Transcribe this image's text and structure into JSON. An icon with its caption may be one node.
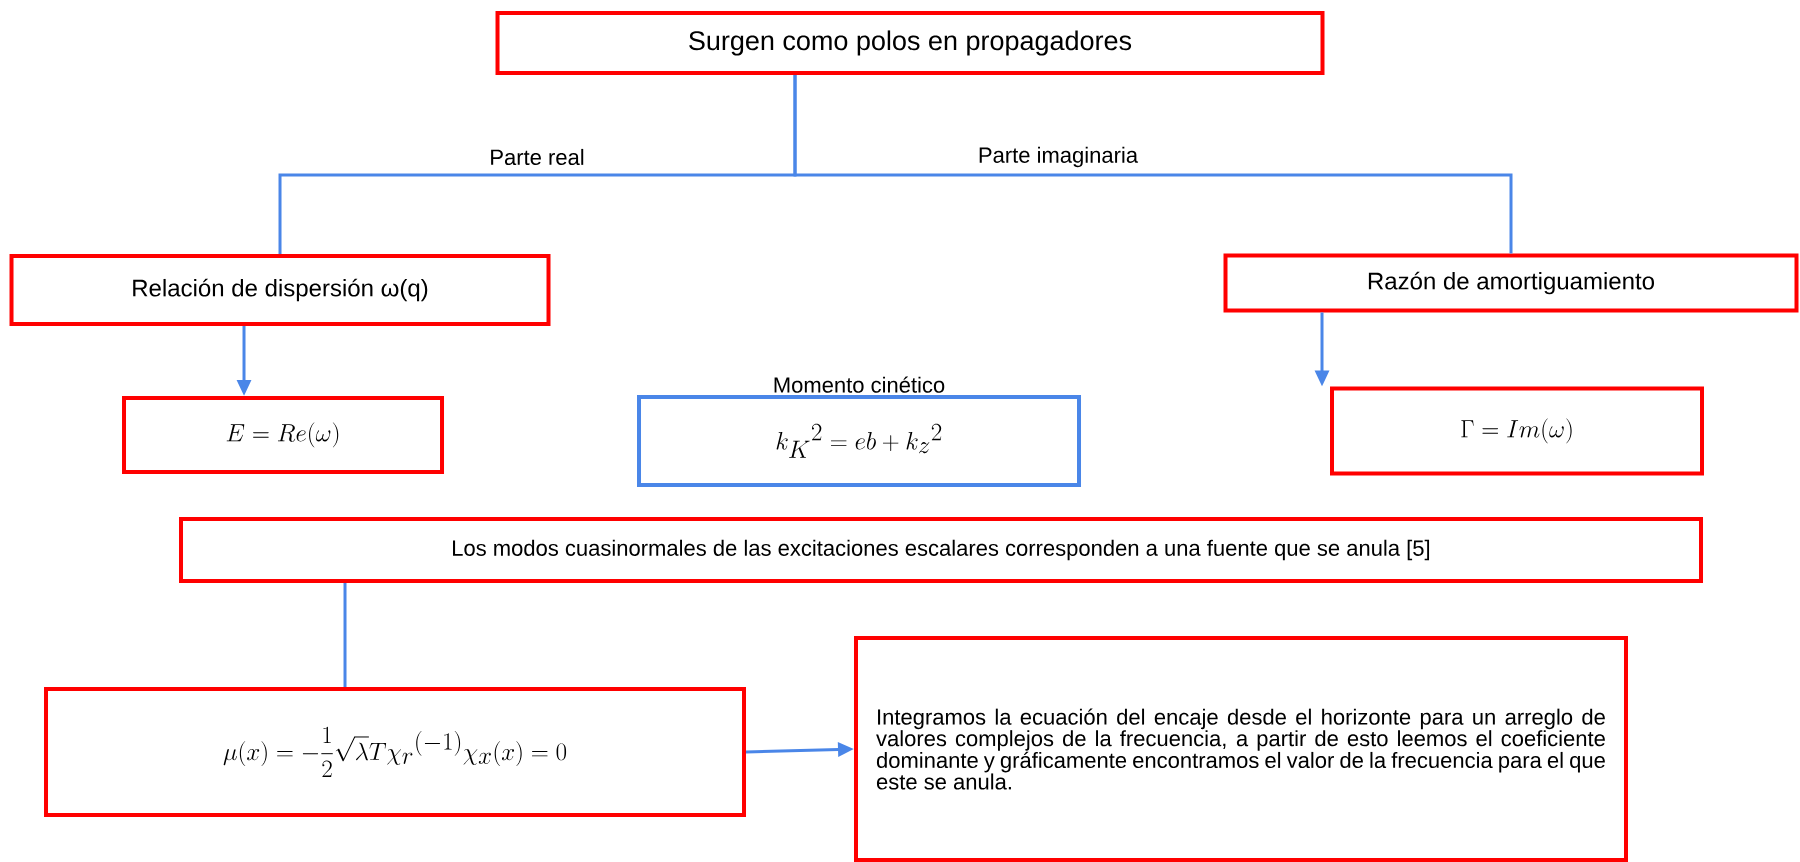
{
  "diagram": {
    "nodes": [
      {
        "text": [
          "Surgen como polos en propagadores"
        ]
      },
      {
        "text": [
          "Relación de dispersión ω(q)"
        ]
      },
      {
        "text": [
          "Razón de amortiguamiento"
        ]
      },
      {
        "text": [
          "E = Re(\\omega)"
        ]
      },
      {
        "text": [
          "Momento cinético",
          "{k_K}^2 = eb + {k_z}^2"
        ]
      },
      {
        "text": [
          "\\Gamma = Im(\\omega)"
        ]
      },
      {
        "text": [
          "Los modos cuasinormales de las excitaciones escalares corresponden a una fuente que se anula [5]"
        ]
      },
      {
        "text": [
          "\\mu(x) = -\\frac{1}{2}\\sqrt{\\lambda}T{\\chi_r}^{(-1)}\\chi_x(x) = 0"
        ]
      },
      {
        "text": [
          "Integramos la ecuación del encaje desde el horizonte para un arreglo de valores complejos de la frecuencia, a partir de esto leemos el coeficiente dominante y gráficamente encontramos el valor de la frecuencia para el que este se anula."
        ]
      }
    ],
    "edges": [
      {
        "from": 0,
        "to": 1,
        "arrow": "none",
        "label": "Parte real"
      },
      {
        "from": 0,
        "to": 2,
        "arrow": "none",
        "label": "Parte imaginaria"
      },
      {
        "from": 1,
        "to": 3,
        "arrow": "to"
      },
      {
        "from": 2,
        "to": 5,
        "arrow": "to"
      },
      {
        "from": 6,
        "to": 7,
        "arrow": "none"
      },
      {
        "from": 7,
        "to": 8,
        "arrow": "to"
      }
    ]
  }
}
